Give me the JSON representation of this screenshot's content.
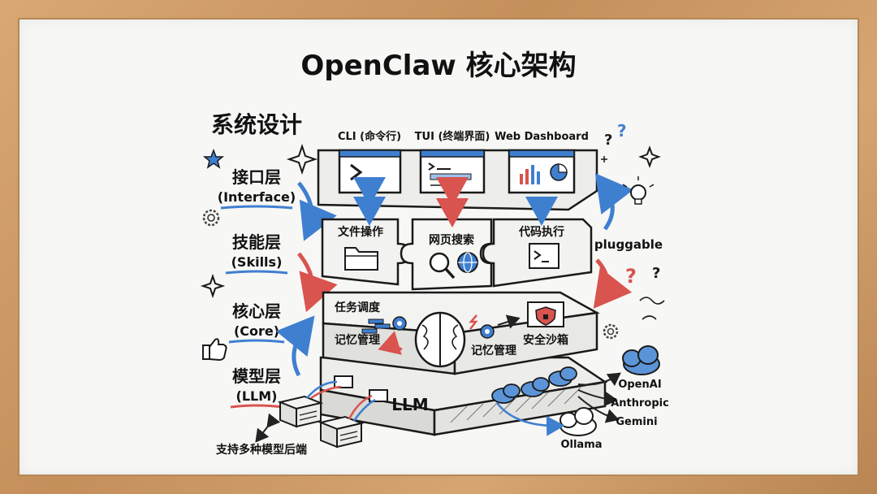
{
  "title": "OpenClaw 核心架构",
  "section_title": "系统设计",
  "layers": [
    {
      "cn": "接口层",
      "en": "(Interface)"
    },
    {
      "cn": "技能层",
      "en": "(Skills)"
    },
    {
      "cn": "核心层",
      "en": "(Core)"
    },
    {
      "cn": "模型层",
      "en": "(LLM)"
    }
  ],
  "interface": {
    "cli": "CLI (命令行)",
    "tui": "TUI (终端界面)",
    "web": "Web Dashboard"
  },
  "skills": {
    "file": "文件操作",
    "search": "网页搜索",
    "code": "代码执行"
  },
  "pluggable": "pluggable",
  "core": {
    "schedule": "任务调度",
    "memory_left": "记忆管理",
    "memory_right": "记忆管理",
    "sandbox": "安全沙箱"
  },
  "llm_label": "LLM",
  "providers": [
    "OpenAI",
    "Anthropic",
    "Gemini",
    "Ollama"
  ],
  "backends_note": "支持多种模型后端",
  "colors": {
    "blue": "#3f7fd0",
    "red": "#d9534f",
    "ink": "#1a1a1a",
    "frame": "#c99a66"
  }
}
